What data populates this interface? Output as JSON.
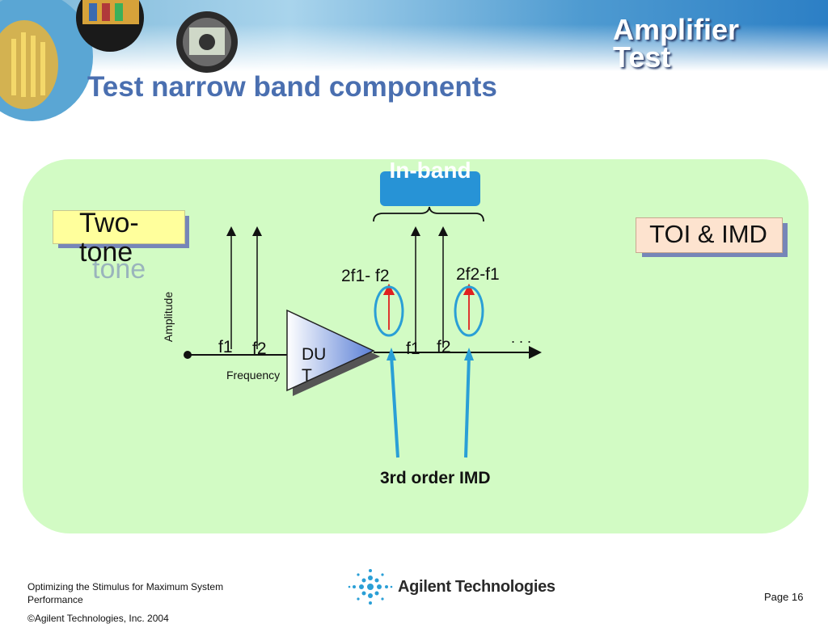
{
  "header": {
    "slide_title": "Test narrow band components",
    "section_title": "Amplifier Test"
  },
  "diagram": {
    "two_tone_label": "Two-tone",
    "toi_imd_label": "TOI & IMD",
    "in_band_label": "In-band",
    "dut_label": "DUT",
    "amplitude_label": "Amplitude",
    "frequency_label": "Frequency",
    "input_f1": "f1",
    "input_f2": "f2",
    "output_f1": "f1",
    "output_f2": "f2",
    "imd_low_label": "2f1- f2",
    "imd_high_label": "2f2-f1",
    "ellipsis": ". . .",
    "imd_caption": "3rd order IMD",
    "colors": {
      "panel": "#d2fbc4",
      "title": "#4a6fb0",
      "pointer": "#2a9fd6",
      "imd_marker": "#e02020"
    }
  },
  "footer": {
    "presentation_title": "Optimizing the Stimulus for Maximum System Performance",
    "copyright": "©Agilent Technologies, Inc. 2004",
    "company": "Agilent Technologies",
    "page": "Page 16"
  }
}
